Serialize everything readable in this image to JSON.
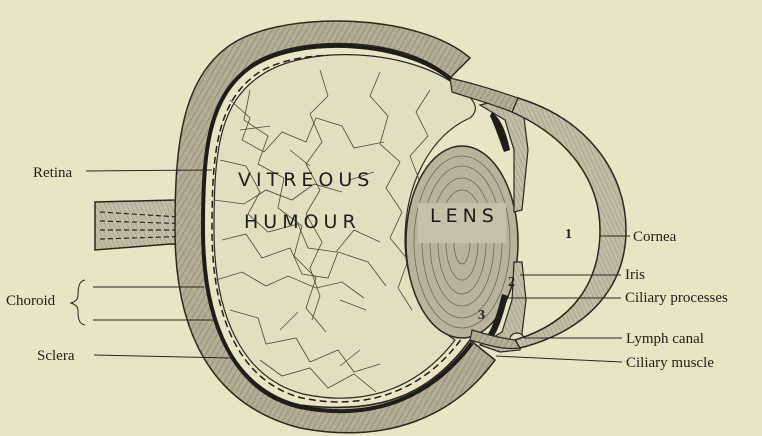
{
  "diagram": {
    "inner_labels": {
      "vitreous": "VITREOUS",
      "humour": "HUMOUR",
      "lens": "LENS",
      "chamber_1": "1",
      "chamber_2": "2",
      "chamber_3": "3"
    },
    "callouts": {
      "retina": "Retina",
      "choroid": "Choroid",
      "sclera": "Sclera",
      "cornea": "Cornea",
      "iris": "Iris",
      "ciliary_processes": "Ciliary processes",
      "lymph_canal": "Lymph canal",
      "ciliary_muscle": "Ciliary muscle"
    },
    "colors": {
      "background": "#e9e5c4",
      "ink": "#1e1d18",
      "sclera": "#a59f86",
      "vitreous": "#e2dec0",
      "lens": "#b8b39a"
    }
  }
}
